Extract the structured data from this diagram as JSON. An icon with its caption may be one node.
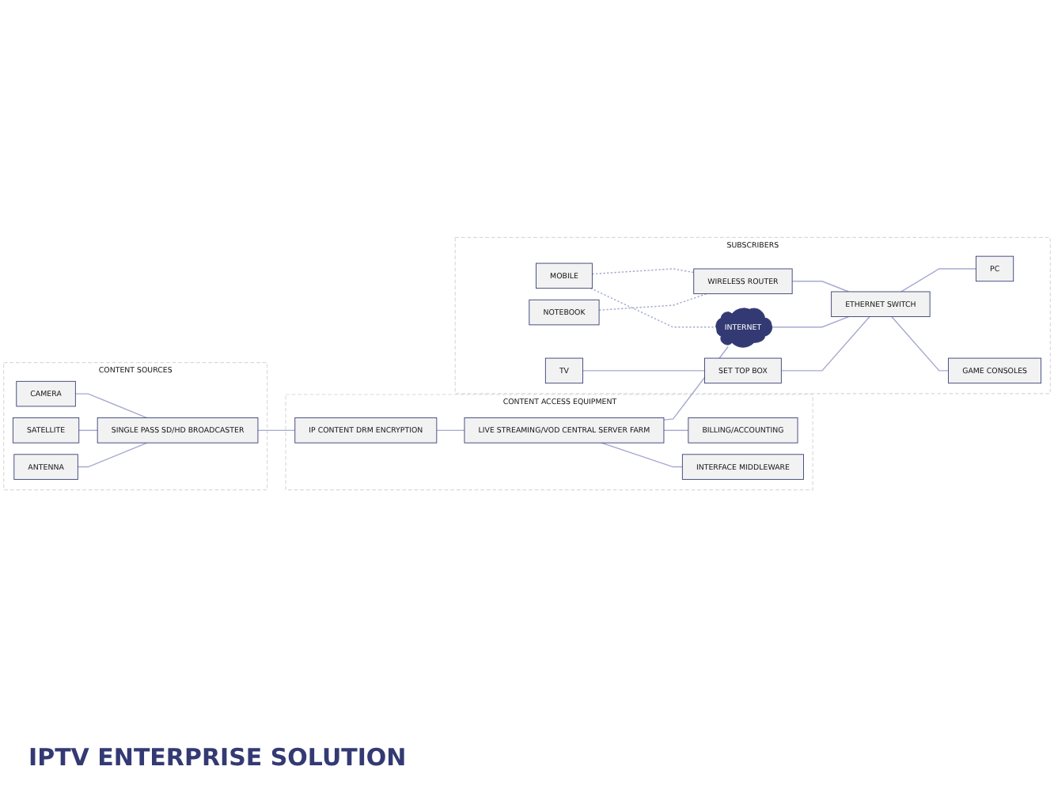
{
  "diagram": {
    "caption": "IPTV ENTERPRISE SOLUTION",
    "nodes": [
      {
        "text": [
          "CONTENT SOURCES"
        ]
      },
      {
        "text": [
          "CAMERA"
        ],
        "in": 0
      },
      {
        "text": [
          "SATELLITE"
        ],
        "in": 0
      },
      {
        "text": [
          "ANTENNA"
        ],
        "in": 0
      },
      {
        "text": [
          "SINGLE PASS SD/HD BROADCASTER"
        ],
        "in": 0
      },
      {
        "text": [
          "CONTENT ACCESS EQUIPMENT"
        ]
      },
      {
        "text": [
          "IP CONTENT DRM ENCRYPTION"
        ],
        "in": 5
      },
      {
        "text": [
          "LIVE STREAMING/VOD CENTRAL SERVER FARM"
        ],
        "in": 5
      },
      {
        "text": [
          "BILLING/ACCOUNTING"
        ],
        "in": 5
      },
      {
        "text": [
          "INTERFACE MIDDLEWARE"
        ],
        "in": 5
      },
      {
        "text": [
          "SUBSCRIBERS"
        ]
      },
      {
        "text": [
          "MOBILE"
        ],
        "in": 10
      },
      {
        "text": [
          "INTERNET"
        ],
        "in": 10
      },
      {
        "text": [
          "NOTEBOOK"
        ],
        "in": 10
      },
      {
        "text": [
          "WIRELESS ROUTER"
        ],
        "in": 10
      },
      {
        "text": [
          "PC"
        ],
        "in": 10
      },
      {
        "text": [
          "ETHERNET SWITCH"
        ],
        "in": 10
      },
      {
        "text": [
          "TV"
        ],
        "in": 10
      },
      {
        "text": [
          "SET TOP BOX"
        ],
        "in": 10
      },
      {
        "text": [
          "GAME CONSOLES"
        ],
        "in": 10
      }
    ],
    "edges": [
      {
        "from": 1,
        "to": 4,
        "arrow": "none"
      },
      {
        "from": 2,
        "to": 4,
        "arrow": "none"
      },
      {
        "from": 3,
        "to": 4,
        "arrow": "none"
      },
      {
        "from": 4,
        "to": 6,
        "arrow": "none"
      },
      {
        "from": 6,
        "to": 7,
        "arrow": "none"
      },
      {
        "from": 7,
        "to": 8,
        "arrow": "none"
      },
      {
        "from": 7,
        "to": 9,
        "arrow": "none"
      },
      {
        "from": 7,
        "to": 12,
        "arrow": "none"
      },
      {
        "from": 11,
        "to": 12,
        "arrow": "none",
        "style": "dashed"
      },
      {
        "from": 11,
        "to": 14,
        "arrow": "none",
        "style": "dashed"
      },
      {
        "from": 13,
        "to": 14,
        "arrow": "none",
        "style": "dashed"
      },
      {
        "from": 14,
        "to": 16,
        "arrow": "none"
      },
      {
        "from": 12,
        "to": 16,
        "arrow": "none"
      },
      {
        "from": 16,
        "to": 15,
        "arrow": "none"
      },
      {
        "from": 16,
        "to": 19,
        "arrow": "none"
      },
      {
        "from": 18,
        "to": 16,
        "arrow": "none"
      },
      {
        "from": 17,
        "to": 18,
        "arrow": "none"
      }
    ]
  }
}
